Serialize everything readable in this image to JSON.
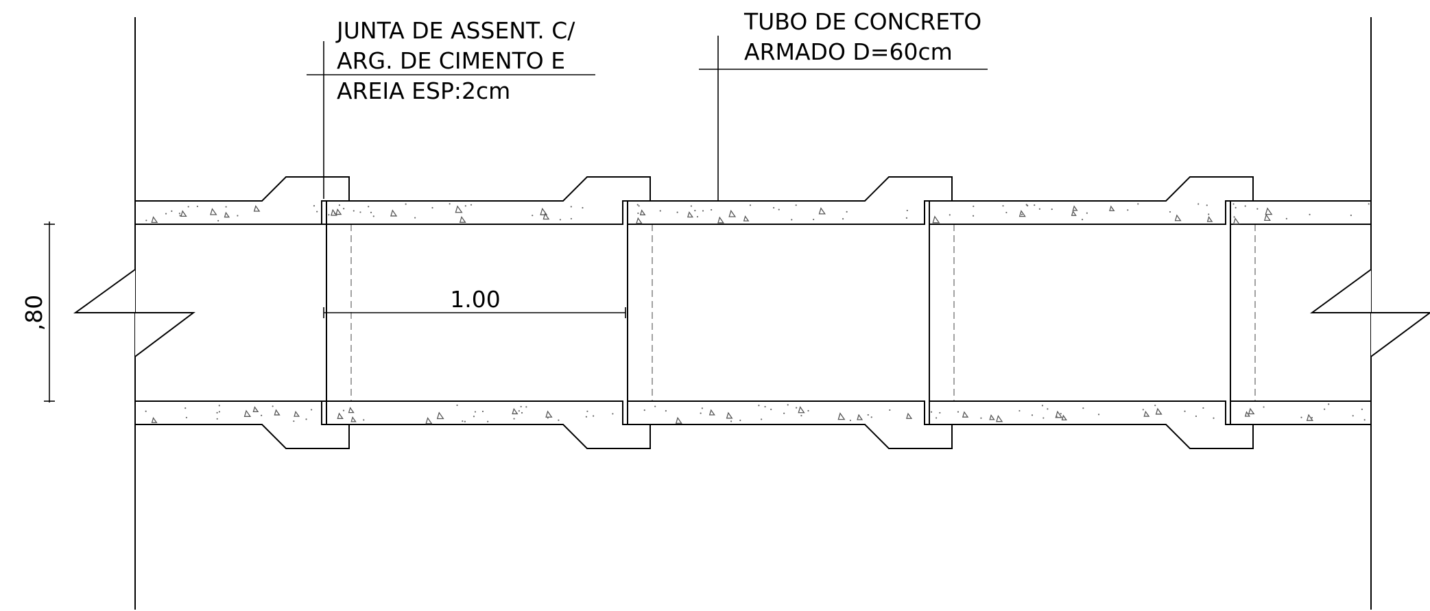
{
  "labels": {
    "joint_line1": "JUNTA DE ASSENT. C/",
    "joint_line2": "ARG. DE CIMENTO E",
    "joint_line3": "AREIA ESP:2cm",
    "pipe_line1": "TUBO DE CONCRETO",
    "pipe_line2": "ARMADO D=60cm"
  },
  "dimensions": {
    "segment_length": "1.00",
    "outer_height": ",80"
  },
  "colors": {
    "line": "#000000",
    "hidden_line": "#8a8a8a",
    "background": "#ffffff"
  }
}
